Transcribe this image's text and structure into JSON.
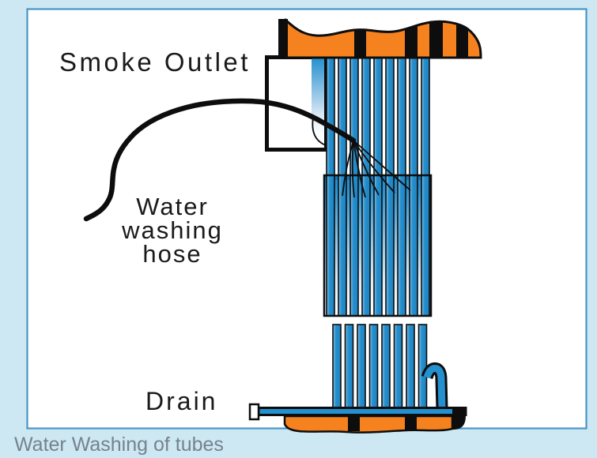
{
  "page": {
    "caption": "Water Washing of tubes"
  },
  "diagram": {
    "labels": {
      "smoke_outlet": "Smoke Outlet",
      "water_hose": {
        "line1": "Water",
        "line2": "washing",
        "line3": "hose"
      },
      "drain": "Drain"
    },
    "colors": {
      "page_bg": "#CDE8F2",
      "frame_border": "#4796C6",
      "orange": "#F5821F",
      "tube_blue": "#2590CE",
      "water_top": "#1879B9",
      "outline": "#0D0D0D",
      "label_text": "#1A1A1A",
      "caption_text": "#75828F"
    }
  }
}
